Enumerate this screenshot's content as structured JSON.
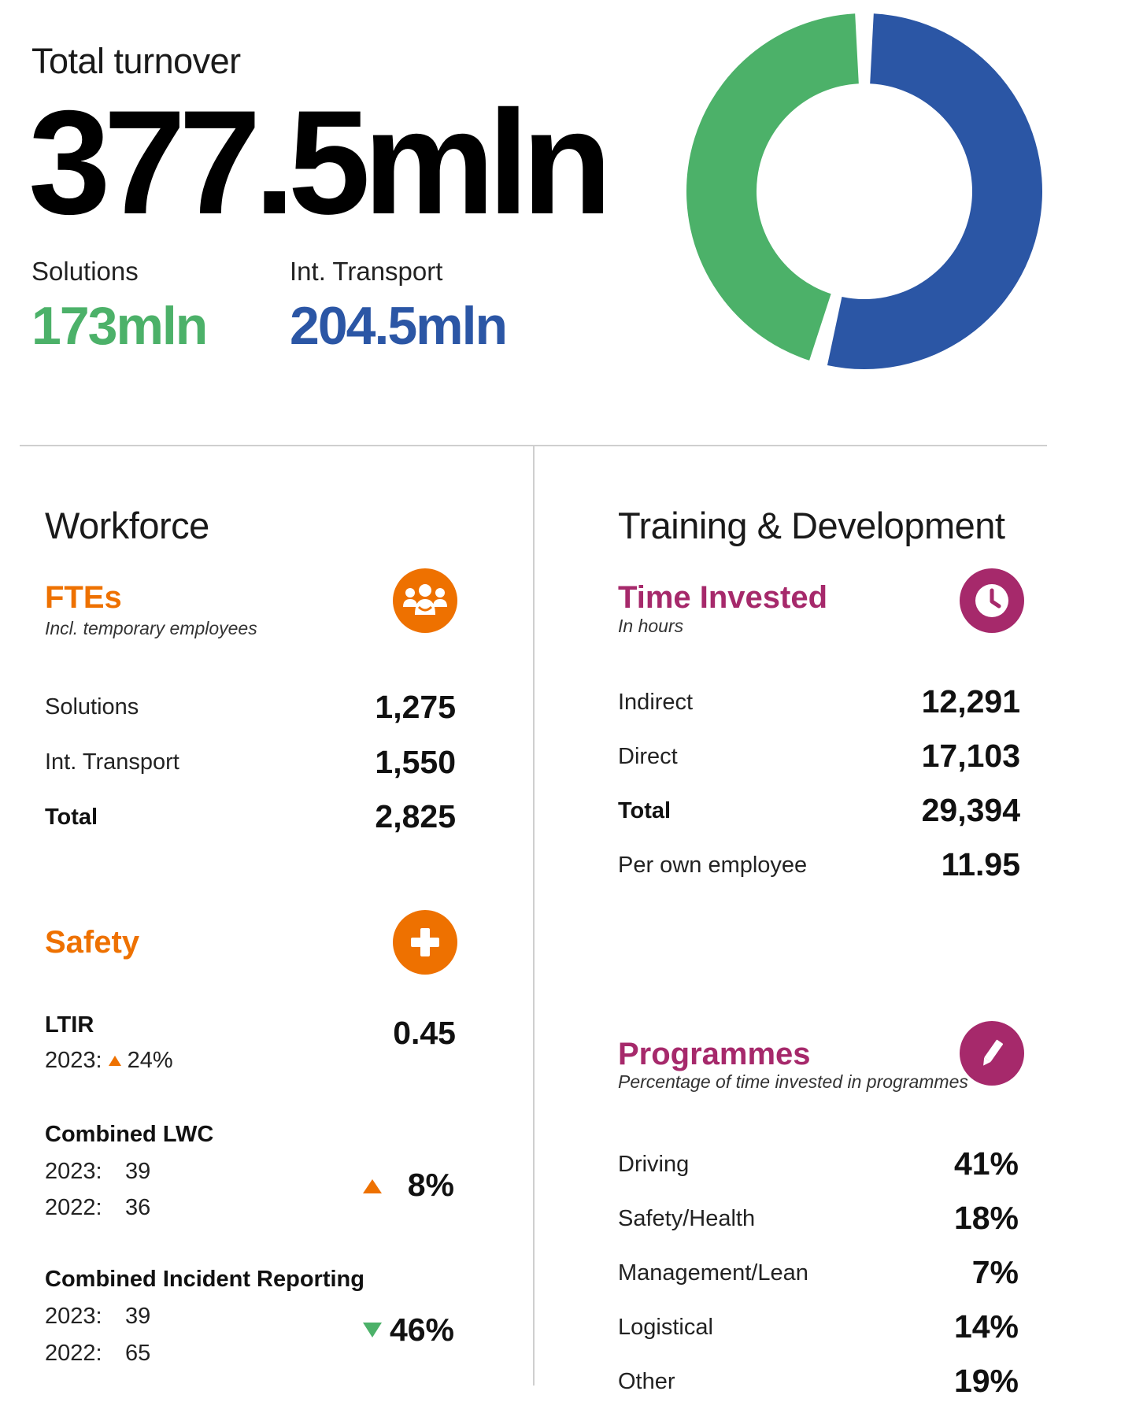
{
  "colors": {
    "solutions_green": "#4cb169",
    "transport_blue": "#2b56a5",
    "orange": "#ee7100",
    "magenta": "#a6296b"
  },
  "turnover": {
    "label": "Total turnover",
    "value": "377.5mln",
    "solutions_label": "Solutions",
    "solutions_value": "173mln",
    "transport_label": "Int. Transport",
    "transport_value": "204.5mln",
    "donut": [
      {
        "segment": "Solutions",
        "value": 173,
        "color": "#4cb169"
      },
      {
        "segment": "Int. Transport",
        "value": 204.5,
        "color": "#2b56a5"
      }
    ]
  },
  "workforce": {
    "title": "Workforce",
    "ftes": {
      "heading": "FTEs",
      "note": "Incl. temporary employees",
      "icon": "people-icon",
      "rows": [
        {
          "label": "Solutions",
          "value": "1,275"
        },
        {
          "label": "Int. Transport",
          "value": "1,550"
        },
        {
          "label": "Total",
          "value": "2,825"
        }
      ]
    },
    "safety": {
      "heading": "Safety",
      "icon": "plus-icon",
      "ltir": {
        "label": "LTIR",
        "value": "0.45",
        "year_label": "2023:",
        "change": "24%"
      },
      "lwc": {
        "label": "Combined LWC",
        "years": [
          {
            "year": "2023:",
            "value": "39"
          },
          {
            "year": "2022:",
            "value": "36"
          }
        ],
        "change": "8%"
      },
      "incident": {
        "label": "Combined Incident Reporting",
        "years": [
          {
            "year": "2023:",
            "value": "39"
          },
          {
            "year": "2022:",
            "value": "65"
          }
        ],
        "change": "46%"
      }
    }
  },
  "training": {
    "title": "Training & Development",
    "time": {
      "heading": "Time Invested",
      "note": "In hours",
      "icon": "clock-icon",
      "rows": [
        {
          "label": "Indirect",
          "value": "12,291"
        },
        {
          "label": "Direct",
          "value": "17,103"
        },
        {
          "label": "Total",
          "value": "29,394"
        },
        {
          "label": "Per own employee",
          "value": "11.95"
        }
      ]
    },
    "programmes": {
      "heading": "Programmes",
      "note": "Percentage of time invested in programmes",
      "icon": "pencil-icon",
      "rows": [
        {
          "label": "Driving",
          "value": "41%"
        },
        {
          "label": "Safety/Health",
          "value": "18%"
        },
        {
          "label": "Management/Lean",
          "value": "7%"
        },
        {
          "label": "Logistical",
          "value": "14%"
        },
        {
          "label": "Other",
          "value": "19%"
        }
      ]
    }
  }
}
